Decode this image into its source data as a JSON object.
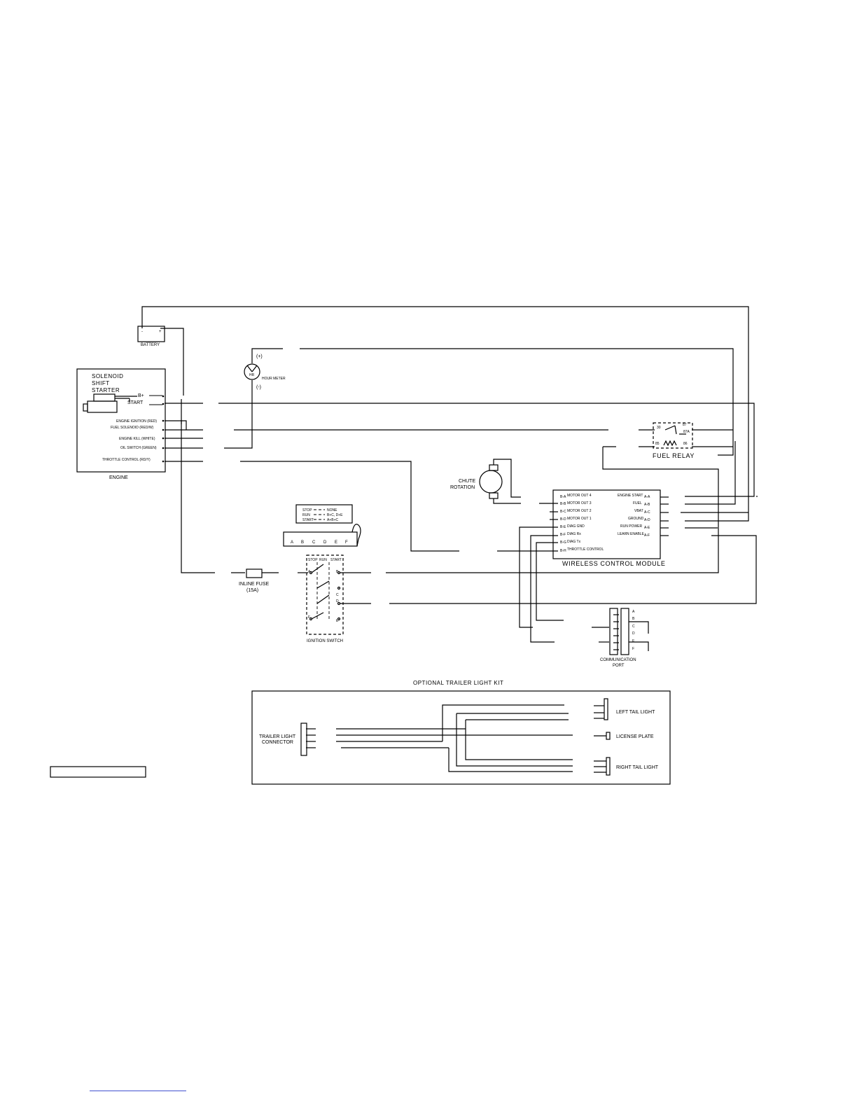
{
  "battery": {
    "label": "BATTERY",
    "neg": "-",
    "pos": "+"
  },
  "hour_meter": {
    "label": "HOUR METER",
    "symbol": "HR",
    "pos": "(+)",
    "neg": "(-)"
  },
  "engine": {
    "label": "ENGINE",
    "starter_lines": [
      "SOLENOID",
      "SHIFT",
      "STARTER"
    ],
    "bplus": "B+",
    "start": "START",
    "terminals": [
      "ENGINE IGNITION (RED)",
      "FUEL SOLENOID (RED/W)",
      "ENGINE KILL (WHITE)",
      "OIL SWITCH (GREEN)",
      "THROTTLE CONTROL (RD/Y)"
    ]
  },
  "fuel_relay": {
    "label": "FUEL RELAY",
    "pins": [
      "87",
      "87A",
      "30",
      "85",
      "86"
    ]
  },
  "chute": {
    "lines": [
      "CHUTE",
      "ROTATION"
    ]
  },
  "ignition_legend": {
    "rows": [
      [
        "STOP",
        "NONE"
      ],
      [
        "RUN",
        "B+C, D+E"
      ],
      [
        "START",
        "A+B+C"
      ]
    ],
    "pins": [
      "A",
      "B",
      "C",
      "D",
      "E",
      "F"
    ]
  },
  "ignition_switch": {
    "label": "IGNITION SWITCH",
    "positions": [
      "STOP",
      "RUN",
      "START"
    ],
    "pins": [
      "A",
      "B",
      "C",
      "D",
      "E",
      "F"
    ]
  },
  "fuse": {
    "line1": "INLINE FUSE",
    "line2": "(15A)"
  },
  "wcm": {
    "label": "WIRELESS CONTROL MODULE",
    "left_pins": [
      "MOTOR OUT 4",
      "MOTOR OUT 3",
      "MOTOR OUT 2",
      "MOTOR OUT 1",
      "DIAG GND",
      "DIAG Rx",
      "DIAG Tx",
      "THROTTLE CONTROL"
    ],
    "left_codes": [
      "B-A",
      "B-B",
      "B-C",
      "B-D",
      "B-E",
      "B-F",
      "B-G",
      "B-H"
    ],
    "right_pins": [
      "ENGINE START",
      "FUEL",
      "VBAT",
      "GROUND",
      "RUN POWER",
      "LEARN ENABLE"
    ],
    "right_codes": [
      "A-A",
      "A-B",
      "A-C",
      "A-D",
      "A-E",
      "A-F"
    ]
  },
  "comm_port": {
    "line1": "COMMUNICATION",
    "line2": "PORT",
    "pins": [
      "A",
      "B",
      "C",
      "D",
      "E",
      "F"
    ]
  },
  "trailer": {
    "title": "OPTIONAL TRAILER LIGHT KIT",
    "connector": [
      "TRAILER LIGHT",
      "CONNECTOR"
    ],
    "left_tail": "LEFT TAIL LIGHT",
    "license": "LICENSE PLATE",
    "right_tail": "RIGHT TAIL LIGHT"
  }
}
